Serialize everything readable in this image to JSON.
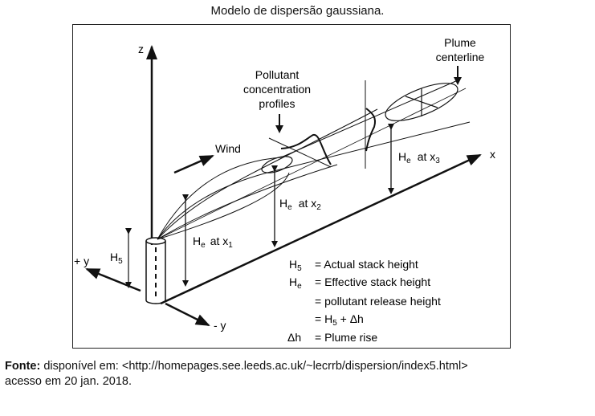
{
  "caption": "Modelo de dispersão gaussiana.",
  "axes": {
    "z": "z",
    "x": "x",
    "plus_y": "+ y",
    "minus_y": "- y"
  },
  "labels": {
    "plume_centerline_1": "Plume",
    "plume_centerline_2": "centerline",
    "profiles_1": "Pollutant",
    "profiles_2": "concentration",
    "profiles_3": "profiles",
    "wind": "Wind",
    "hs": "H",
    "hs_sub": "5",
    "he_x1": "H",
    "he_x1_sub": "e",
    "he_x1_at": "at x",
    "he_x1_at_sub": "1",
    "he_x2": "H",
    "he_x2_sub": "e",
    "he_x2_at": "at x",
    "he_x2_at_sub": "2",
    "he_x3": "H",
    "he_x3_sub": "e",
    "he_x3_at": "at x",
    "he_x3_at_sub": "3"
  },
  "legend": {
    "hs_sym": "H",
    "hs_sym_sub": "5",
    "hs_def": "= Actual stack height",
    "he_sym": "H",
    "he_sym_sub": "e",
    "he_def": "= Effective stack height",
    "he_def2": "= pollutant release height",
    "he_def3a": "= H",
    "he_def3_sub": "5",
    "he_def3b": " + Δh",
    "dh_sym": "Δh",
    "dh_def": "= Plume rise"
  },
  "source": {
    "label": "Fonte:",
    "text": " disponível em: <http://homepages.see.leeds.ac.uk/~lecrrb/dispersion/index5.html>",
    "line2": "acesso em 20 jan. 2018."
  }
}
